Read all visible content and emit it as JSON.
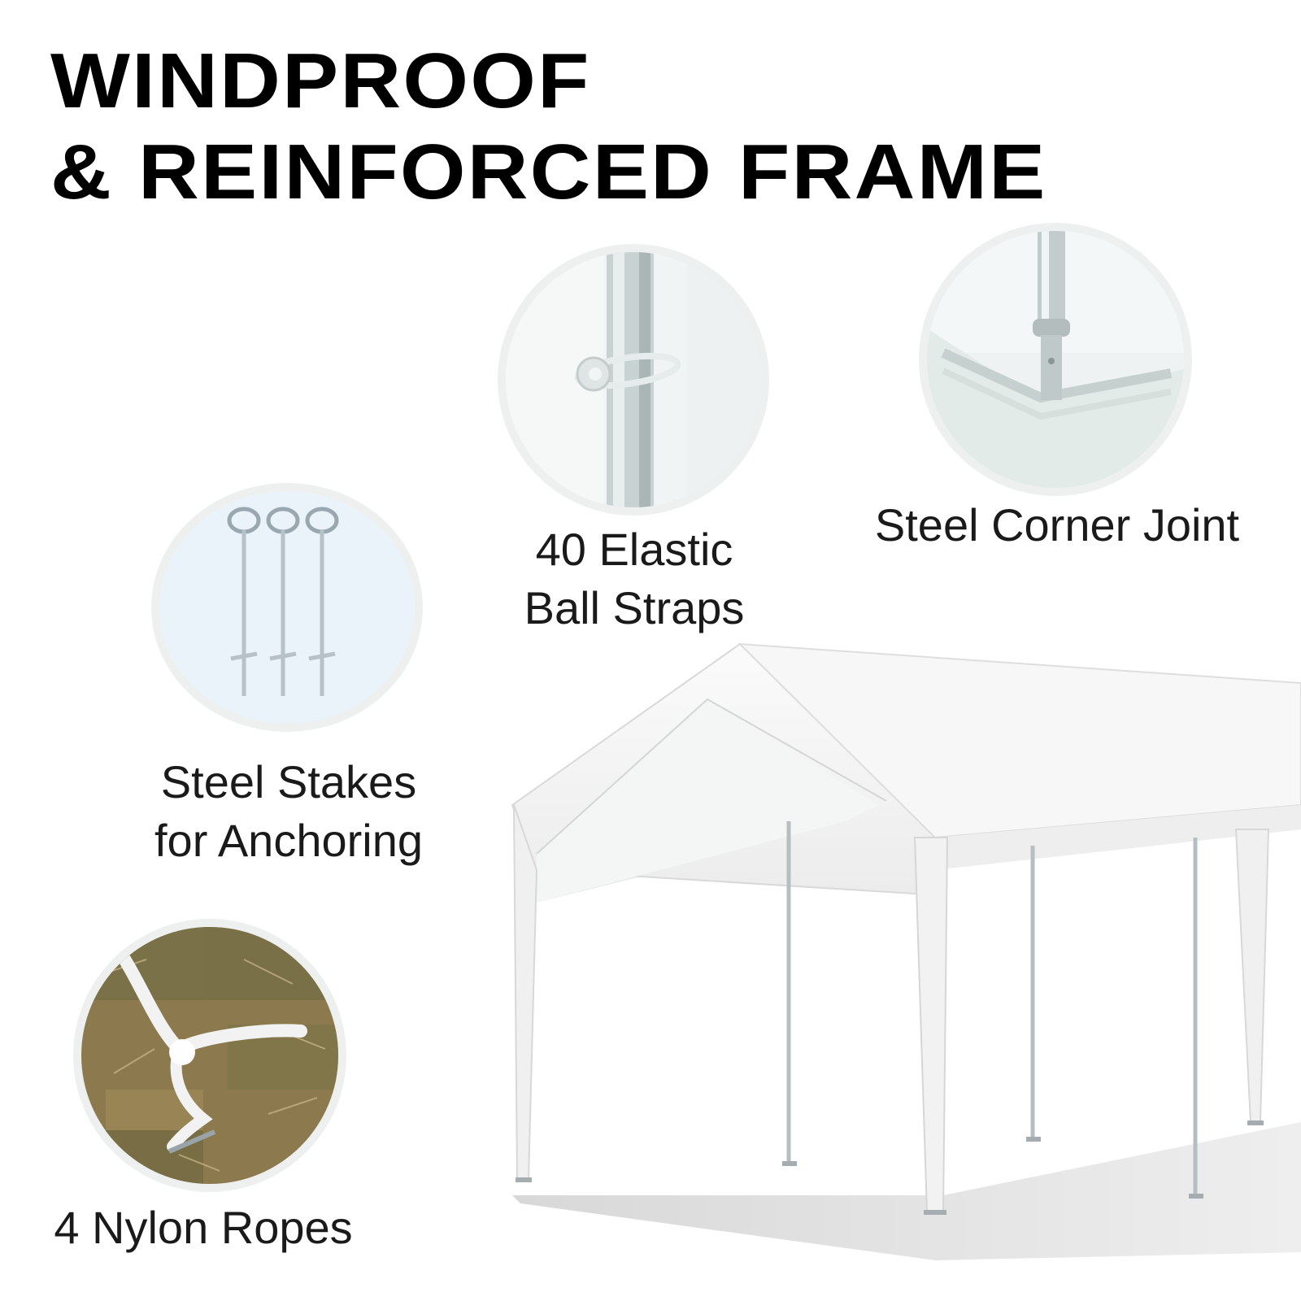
{
  "headline": {
    "line1": "WINDPROOF",
    "line2": "& REINFORCED FRAME"
  },
  "features": [
    {
      "icon": "elastic-ball-strap-icon",
      "line1": "40 Elastic",
      "line2": "Ball Straps"
    },
    {
      "icon": "steel-corner-joint-icon",
      "line1": "Steel Corner Joint"
    },
    {
      "icon": "steel-stakes-icon",
      "line1": "Steel Stakes",
      "line2": "for Anchoring"
    },
    {
      "icon": "nylon-rope-icon",
      "line1": "4 Nylon Ropes"
    }
  ],
  "product_image": "carport-canopy-tent"
}
